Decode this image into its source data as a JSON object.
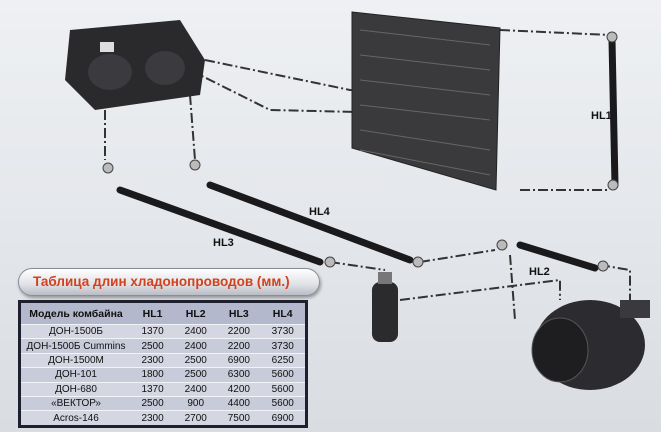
{
  "labels": {
    "hl1": "HL1",
    "hl2": "HL2",
    "hl3": "HL3",
    "hl4": "HL4"
  },
  "table": {
    "title": "Таблица длин хладонопроводов (мм.)",
    "headers": [
      "Модель комбайна",
      "HL1",
      "HL2",
      "HL3",
      "HL4"
    ],
    "rows": [
      [
        "ДОН-1500Б",
        "1370",
        "2400",
        "2200",
        "3730"
      ],
      [
        "ДОН-1500Б Cummins",
        "2500",
        "2400",
        "2200",
        "3730"
      ],
      [
        "ДОН-1500М",
        "2300",
        "2500",
        "6900",
        "6250"
      ],
      [
        "ДОН-101",
        "1800",
        "2500",
        "6300",
        "5600"
      ],
      [
        "ДОН-680",
        "1370",
        "2400",
        "4200",
        "5600"
      ],
      [
        "«ВЕКТОР»",
        "2500",
        "900",
        "4400",
        "5600"
      ],
      [
        "Acros-146",
        "2300",
        "2700",
        "7500",
        "6900"
      ]
    ]
  },
  "colors": {
    "title": "#d2401c",
    "header_bg": "#b4b8cc"
  }
}
